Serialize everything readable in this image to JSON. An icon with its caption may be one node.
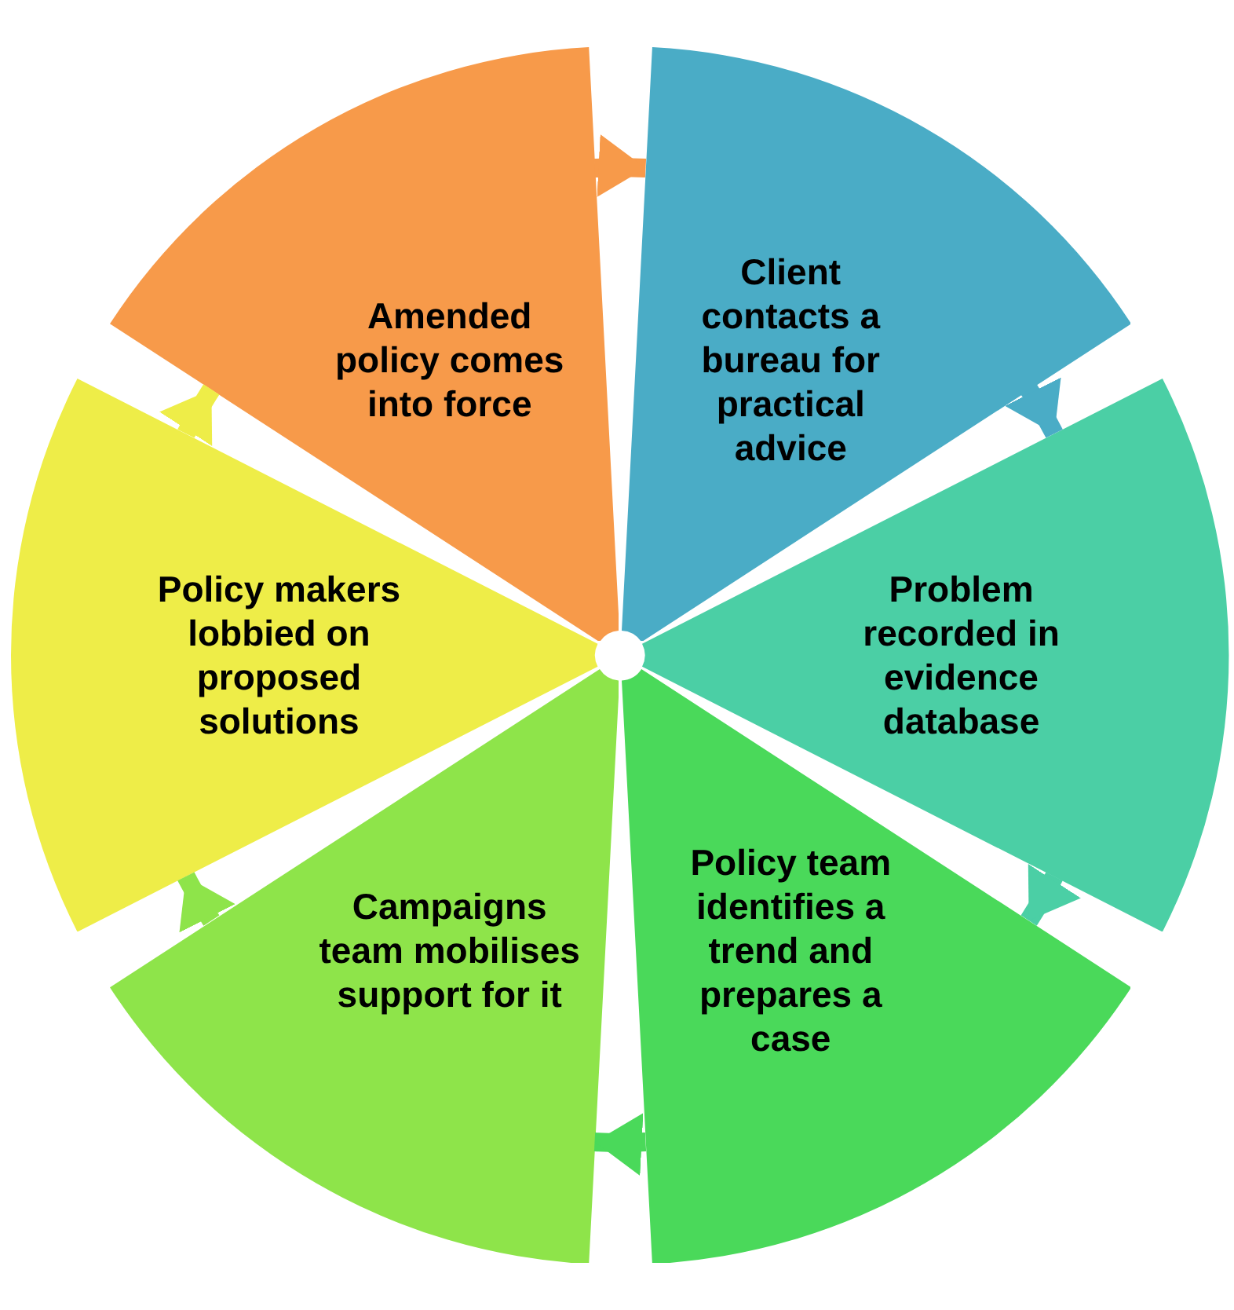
{
  "diagram": {
    "nodes": [
      {
        "text": [
          "Client contacts a bureau for practical advice"
        ]
      },
      {
        "text": [
          "Problem recorded in evidence database"
        ]
      },
      {
        "text": [
          "Policy team identifies a trend and prepares a case"
        ]
      },
      {
        "text": [
          "Campaigns team mobilises support for it"
        ]
      },
      {
        "text": [
          "Policy makers lobbied on proposed solutions"
        ]
      },
      {
        "text": [
          "Amended policy comes into force"
        ]
      }
    ],
    "edges": [
      {
        "from": 0,
        "to": 1,
        "arrow": "to",
        "color": "#4aacc6"
      },
      {
        "from": 1,
        "to": 2,
        "arrow": "to",
        "color": "#4bcfa5"
      },
      {
        "from": 2,
        "to": 3,
        "arrow": "to",
        "color": "#4ad95a"
      },
      {
        "from": 3,
        "to": 4,
        "arrow": "to",
        "color": "#8ee44a"
      },
      {
        "from": 4,
        "to": 5,
        "arrow": "to",
        "color": "#eeed48"
      },
      {
        "from": 5,
        "to": 0,
        "arrow": "to",
        "color": "#f79a4a"
      }
    ]
  }
}
